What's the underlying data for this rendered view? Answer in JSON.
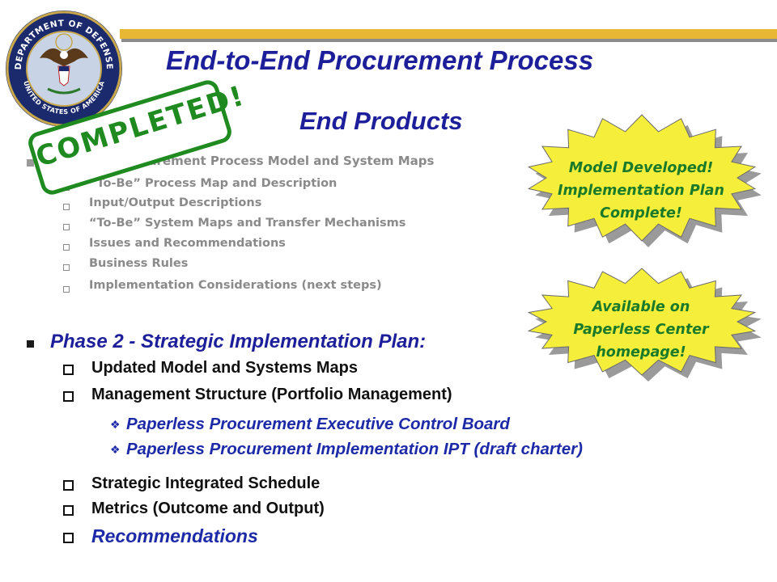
{
  "header": {
    "title": "End-to-End Procurement Process",
    "subtitle": "End Products",
    "seal": {
      "top_text": "DEPARTMENT OF DEFENSE",
      "bottom_text": "UNITED STATES OF AMERICA"
    }
  },
  "stamp": {
    "text": "COMPLETED!"
  },
  "burst1": {
    "line1": "Model Developed!",
    "line2": "Implementation Plan",
    "line3": "Complete!"
  },
  "burst2": {
    "line1": "Available on",
    "line2": "Paperless Center",
    "line3": "homepage!"
  },
  "phase1": {
    "heading": "Phase 1 - Procurement Process Model and System Maps",
    "items": [
      "“To-Be” Process Map and Description",
      "Input/Output Descriptions",
      "“To-Be” System Maps and Transfer Mechanisms",
      "Issues and Recommendations",
      "Business Rules",
      "Implementation Considerations (next steps)"
    ]
  },
  "phase2": {
    "heading": "Phase 2 - Strategic Implementation Plan:",
    "items": [
      "Updated Model and Systems Maps",
      "Management Structure (Portfolio Management)"
    ],
    "sub_items": [
      "Paperless Procurement Executive Control Board",
      "Paperless Procurement Implementation IPT (draft charter)"
    ],
    "more_items": [
      "Strategic Integrated Schedule",
      "Metrics (Outcome and Output)"
    ],
    "last_item": "Recommendations"
  },
  "colors": {
    "title_blue": "#1d1f9a",
    "rule_gold": "#e8b733",
    "burst_yellow": "#f5ee3a",
    "stamp_green": "#1f8a1f",
    "burst_text_green": "#1a7a2a"
  }
}
